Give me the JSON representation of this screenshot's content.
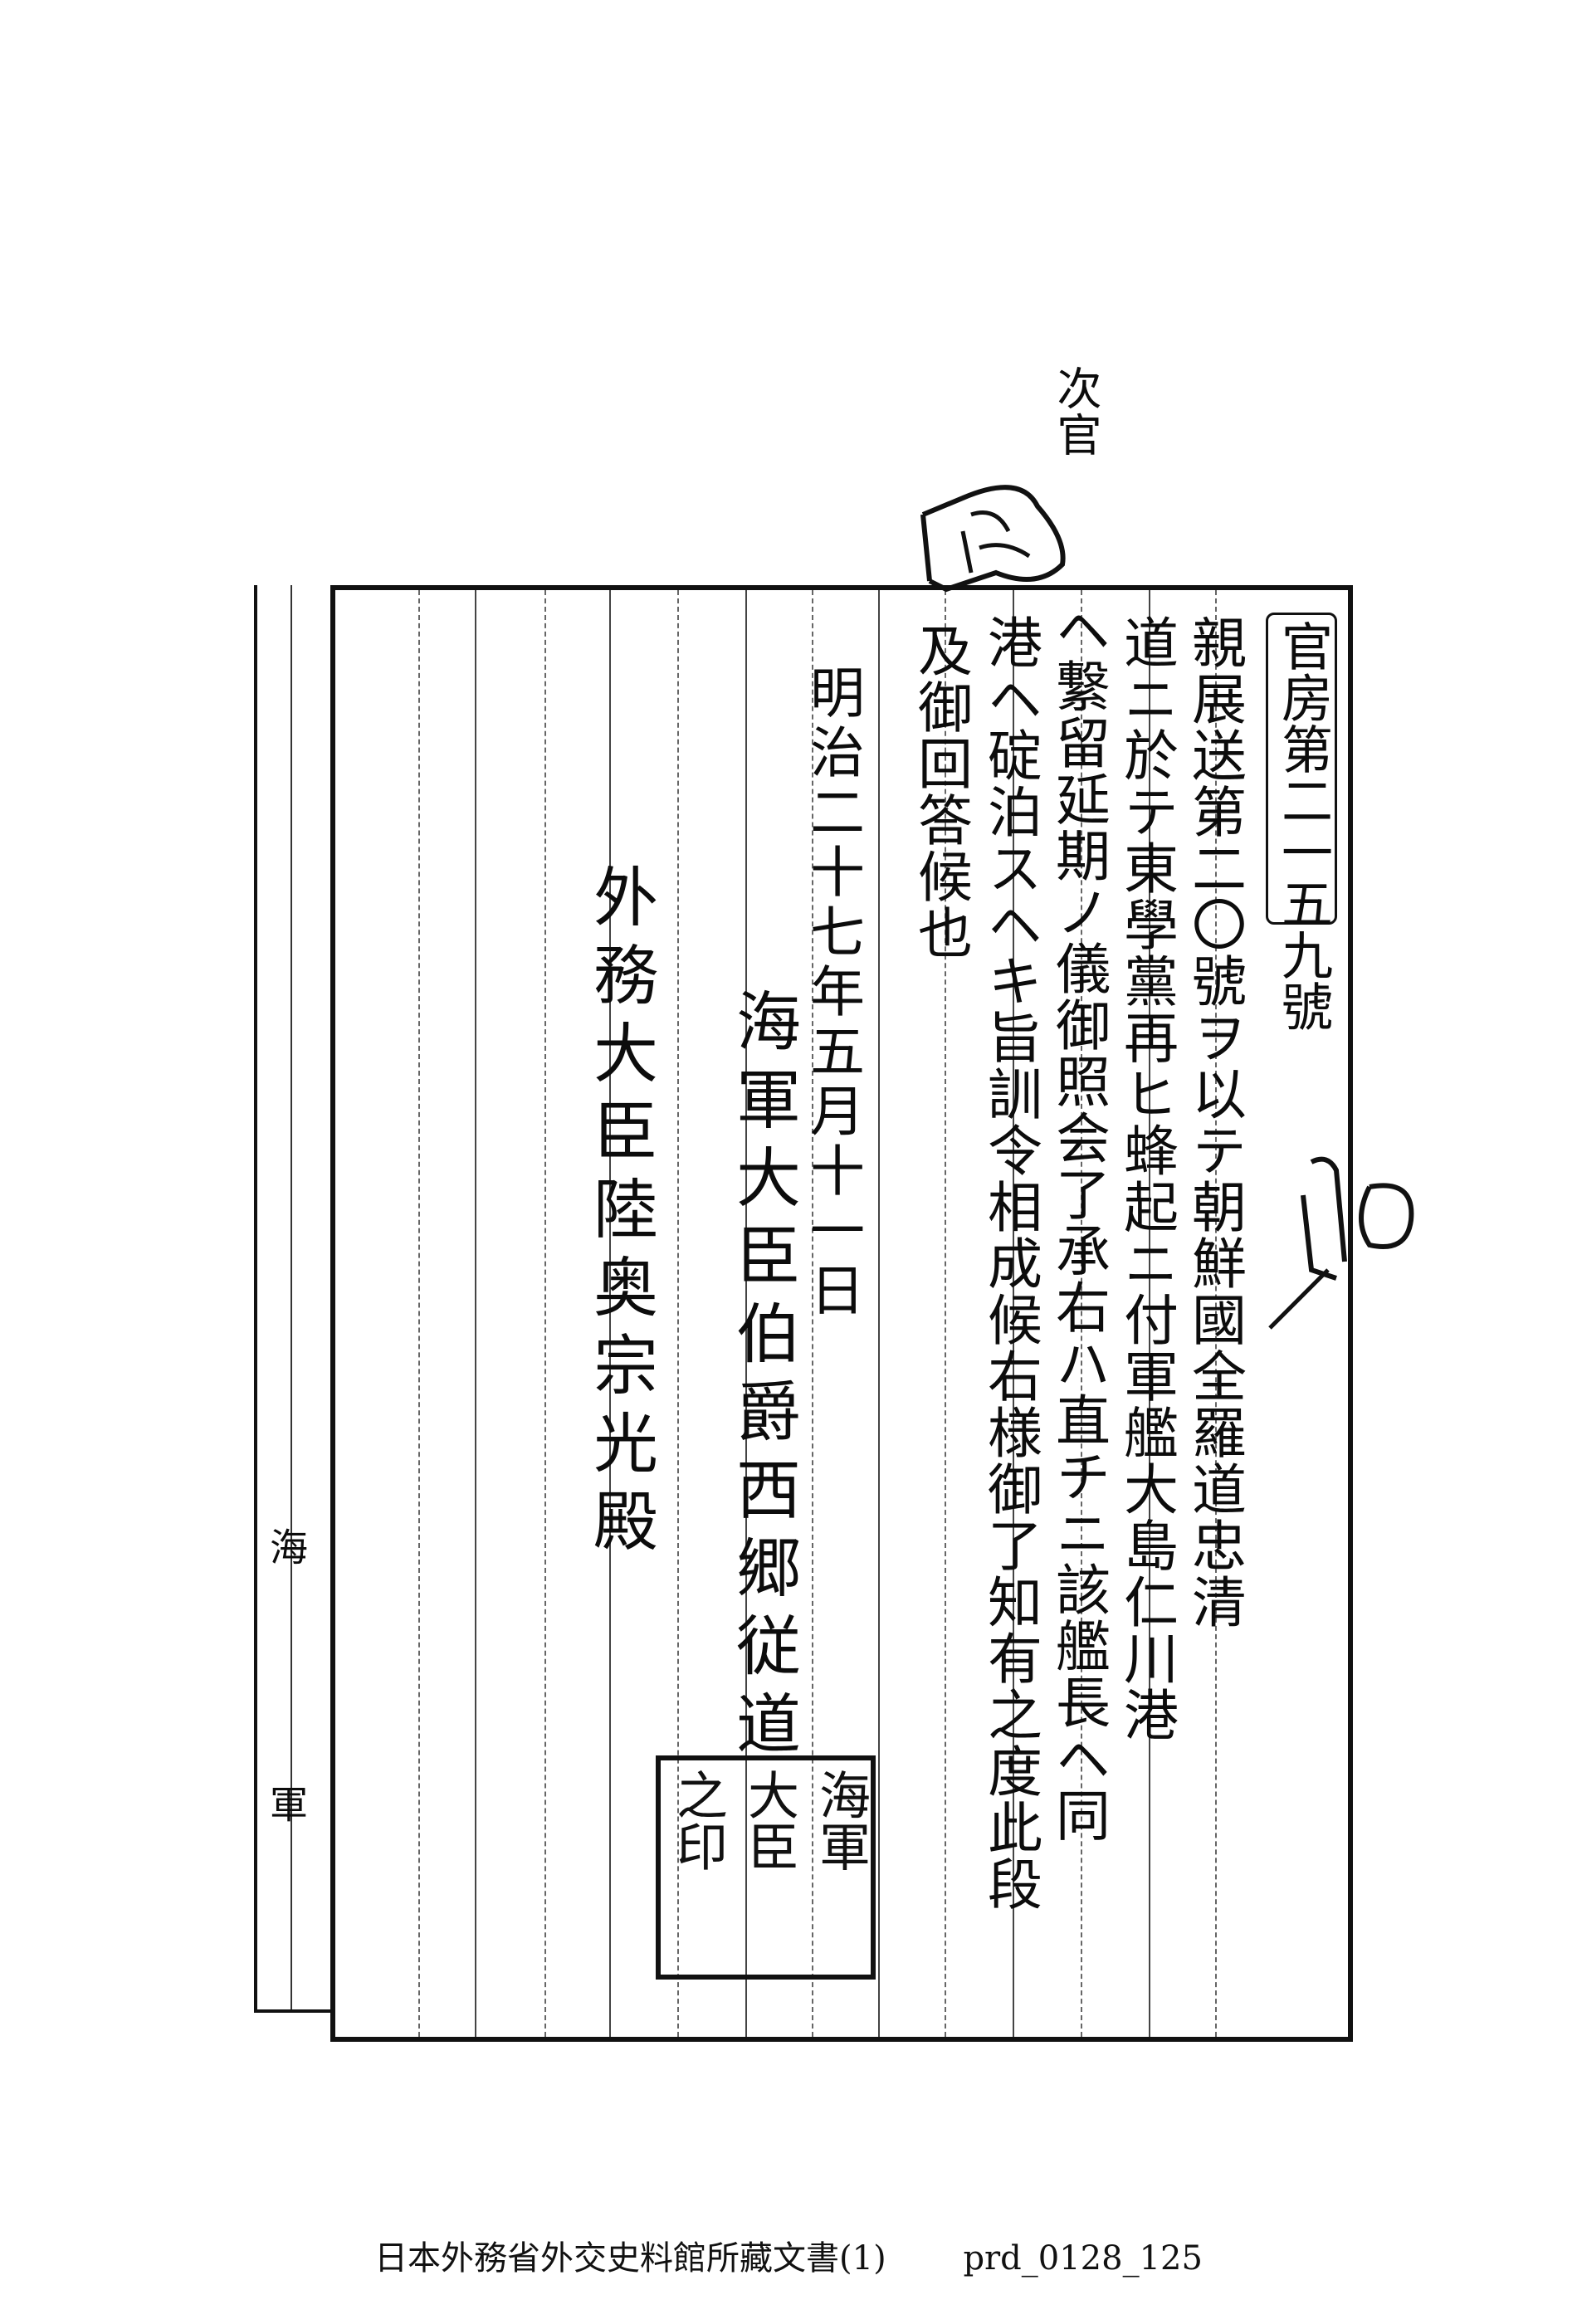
{
  "margin_note": "次官",
  "tab_label": "官房第二一五九號",
  "body_lines": [
    "親展送第二〇號ヲ以テ朝鮮國全羅道忠清",
    "道ニ於テ東學黨再ヒ蜂起ニ付軍艦大島仁川港",
    "ヘ繋留延期ノ儀御照会了承右ハ直チニ該艦長ヘ同",
    "港ヘ碇泊スヘキ旨訓令相成候右様御了知有之度此段",
    "及御回答候也"
  ],
  "date": "明治二十七年五月十一日",
  "sender": "海軍大臣伯爵西郷従道",
  "recipient": "外務大臣陸奥宗光殿",
  "stamp_text": [
    "海軍",
    "大臣",
    "之印"
  ],
  "side_label": [
    "海",
    "軍"
  ],
  "footer": {
    "collection": "日本外務省外交史料館所藏文書(1)",
    "id": "prd_0128_125"
  }
}
